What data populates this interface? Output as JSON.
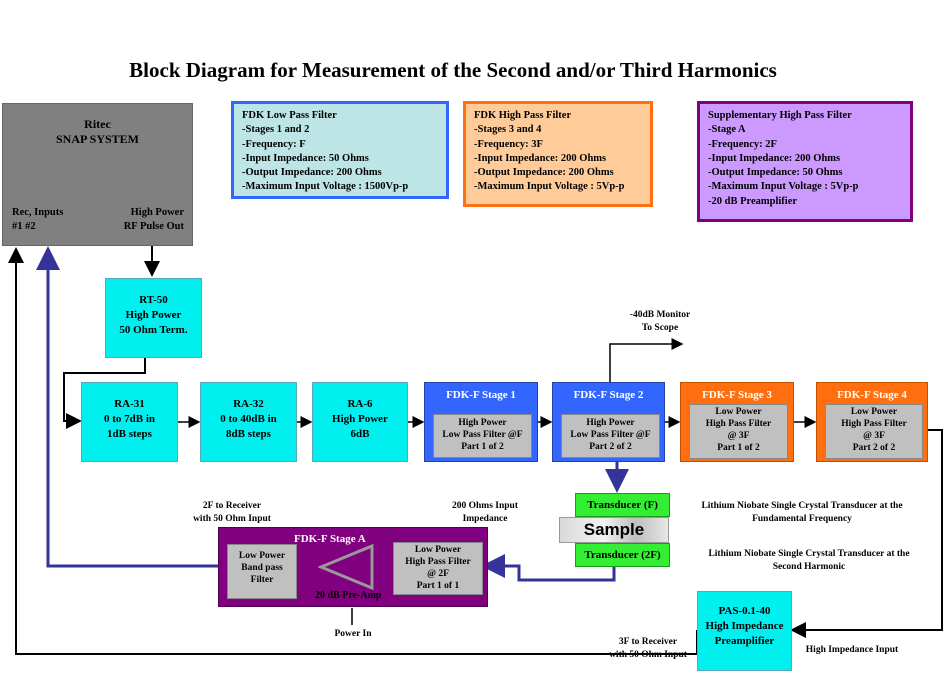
{
  "title": "Block Diagram for Measurement of the Second and/or Third Harmonics",
  "snap": {
    "heading": "Ritec\nSNAP SYSTEM",
    "inputs": "Rec, Inputs\n#1   #2",
    "output": "High Power\nRF Pulse Out"
  },
  "info_boxes": {
    "lpf": "FDK Low Pass Filter\n-Stages 1 and 2\n-Frequency: F\n-Input Impedance: 50 Ohms\n-Output Impedance: 200 Ohms\n-Maximum Input Voltage : 1500Vp-p",
    "hpf": "FDK High Pass Filter\n-Stages 3 and 4\n-Frequency: 3F\n-Input Impedance: 200 Ohms\n-Output Impedance: 200 Ohms\n-Maximum Input Voltage : 5Vp-p",
    "supp": "Supplementary High Pass Filter\n-Stage A\n-Frequency: 2F\n-Input Impedance: 200 Ohms\n-Output Impedance: 50 Ohms\n-Maximum Input Voltage : 5Vp-p\n-20 dB Preamplifier"
  },
  "blocks": {
    "rt50": "RT-50\nHigh Power\n50 Ohm Term.",
    "ra31": "RA-31\n0 to 7dB in\n1dB steps",
    "ra32": "RA-32\n0 to 40dB in\n8dB steps",
    "ra6": "RA-6\nHigh Power\n6dB",
    "pas": "PAS-0.1-40\nHigh Impedance\nPreamplifier"
  },
  "stages": {
    "s1": {
      "title": "FDK-F  Stage 1",
      "inner": "High Power\nLow Pass Filter @F\nPart 1 of 2"
    },
    "s2": {
      "title": "FDK-F  Stage 2",
      "inner": "High Power\nLow Pass Filter @F\nPart 2 of 2"
    },
    "s3": {
      "title": "FDK-F  Stage 3",
      "inner": "Low Power\nHigh Pass Filter\n@ 3F\nPart 1 of 2"
    },
    "s4": {
      "title": "FDK-F  Stage 4",
      "inner": "Low Power\nHigh Pass Filter\n@ 3F\nPart 2 of 2"
    },
    "sa": {
      "title": "FDK-F  Stage A",
      "bandpass": "Low Power\nBand pass\nFilter",
      "hpf": "Low Power\nHigh Pass Filter\n@ 2F\nPart 1 of 1",
      "preamp": "20 dB Pre-Amp"
    }
  },
  "transducers": {
    "f": "Transducer (F)",
    "sample": "Sample",
    "f2": "Transducer (2F)"
  },
  "notes": {
    "monitor": "-40dB Monitor\nTo Scope",
    "niobate_f": "Lithium Niobate Single Crystal Transducer at the\nFundamental Frequency",
    "niobate_2f": "Lithium Niobate Single Crystal Transducer at the\nSecond Harmonic",
    "rx2f": "2F  to Receiver\nwith 50 Ohm Input",
    "imp200": "200 Ohms Input\nImpedance",
    "power_in": "Power In",
    "rx3f": "3F  to Receiver\nwith 50 Ohm Input",
    "hi_imp": "High Impedance Input"
  },
  "colors": {
    "cyan": "#00f0f0",
    "blue": "#3366ff",
    "orange": "#ff6f0f",
    "purple": "#800080",
    "green": "#33ee33",
    "grey": "#808080",
    "navy_line": "#333399"
  }
}
